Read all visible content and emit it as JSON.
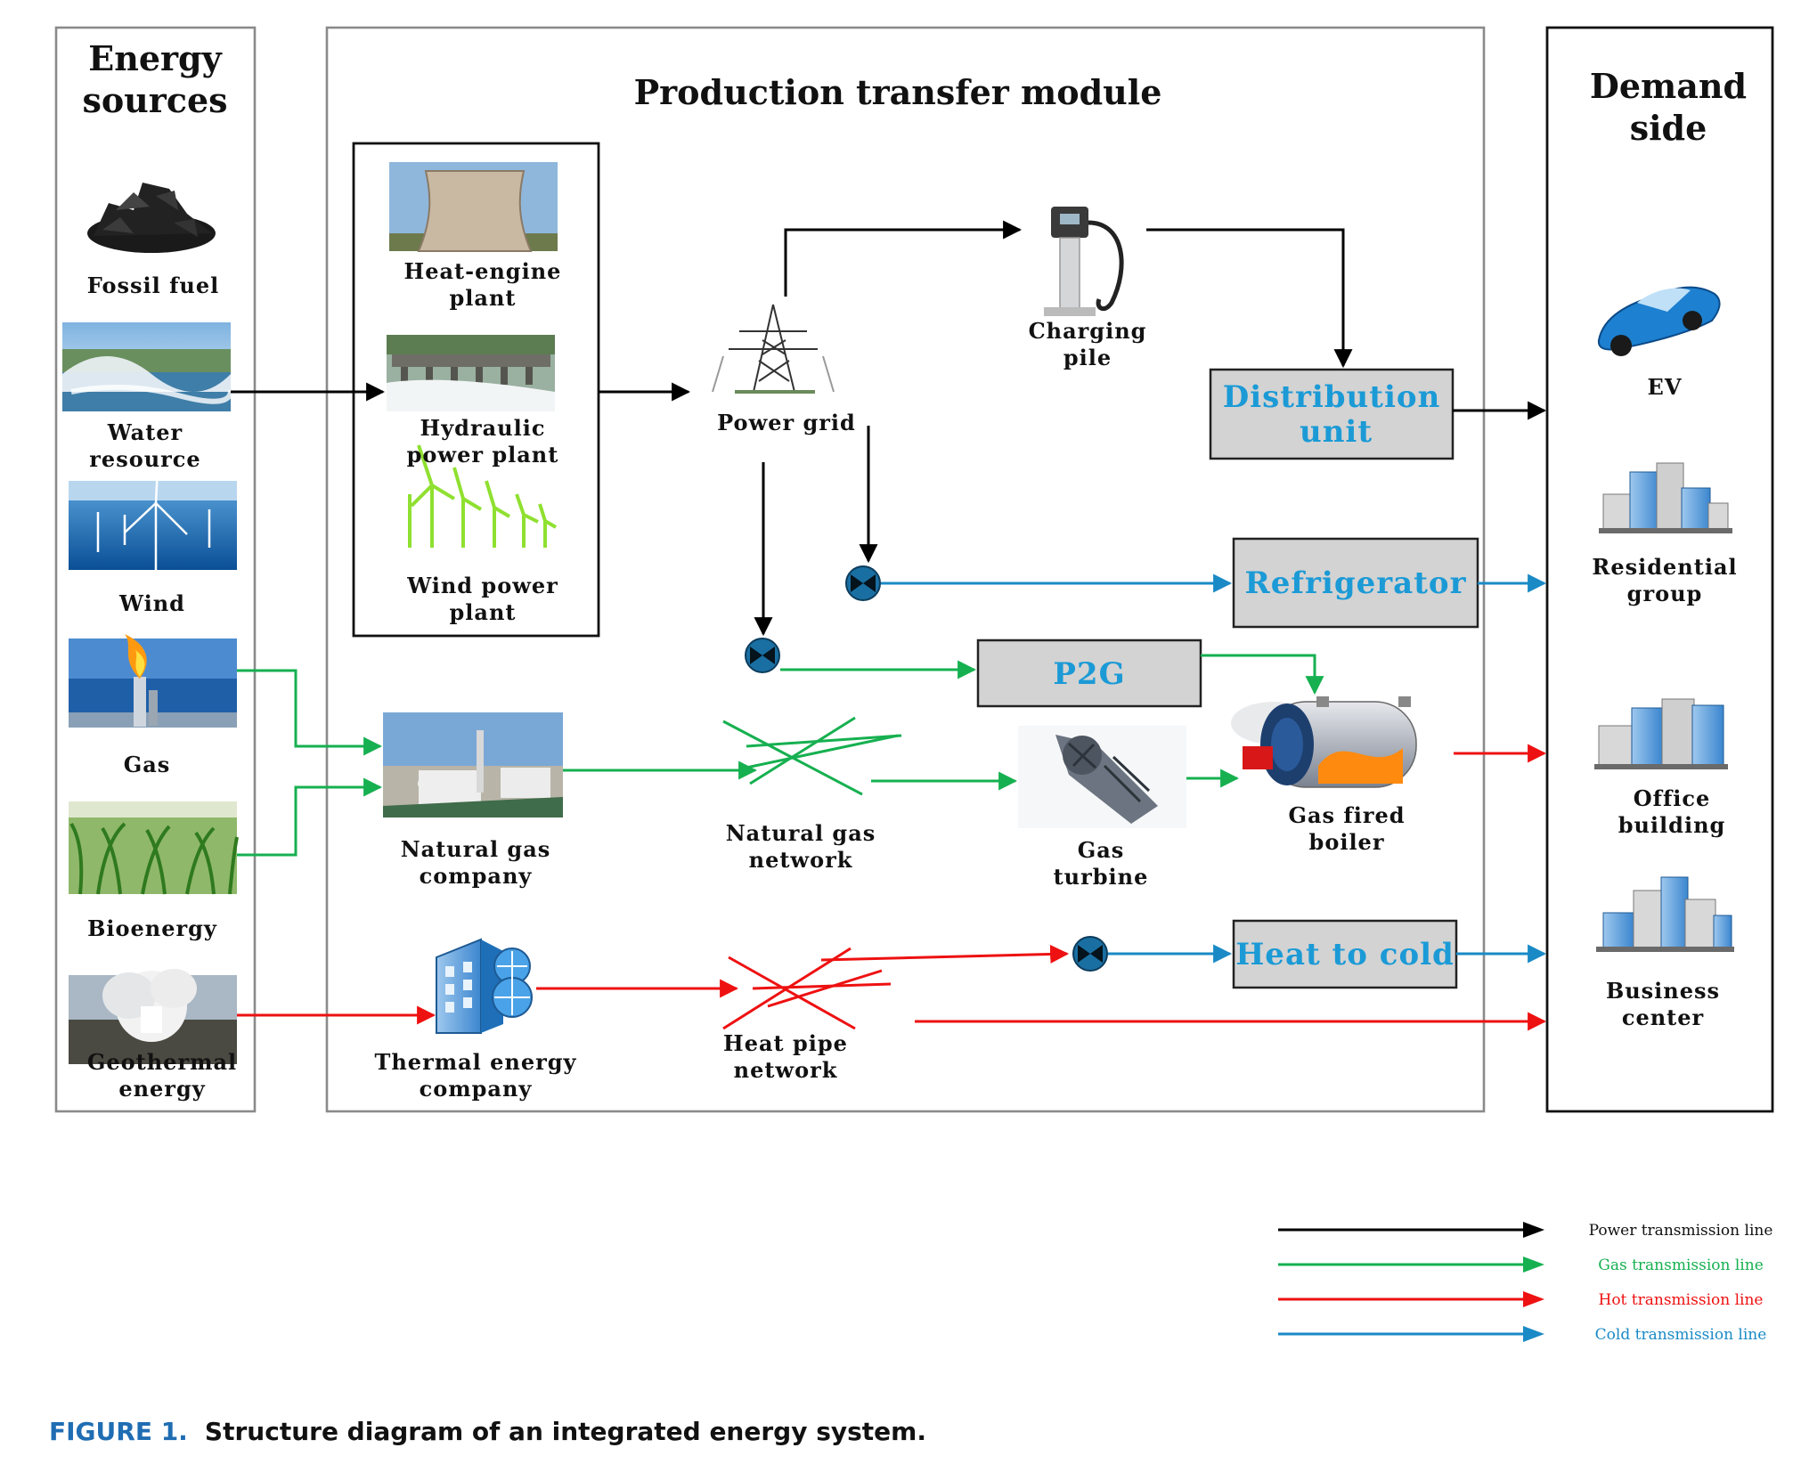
{
  "colors": {
    "power": "#000000",
    "gas": "#16b050",
    "heat": "#ee1111",
    "cold": "#1a8ac6",
    "box_label": "#1b9ad6",
    "caption_prefix": "#1f6db3"
  },
  "columns": {
    "energy_sources": [
      "Energy",
      "sources"
    ],
    "production": "Production transfer module",
    "demand": [
      "Demand",
      "side"
    ]
  },
  "sources": {
    "fossil": [
      "Fossil fuel"
    ],
    "water": [
      "Water",
      "resource"
    ],
    "wind": [
      "Wind"
    ],
    "gas": [
      "Gas"
    ],
    "bio": [
      "Bioenergy"
    ],
    "geo": [
      "Geothermal",
      "energy"
    ]
  },
  "plants": {
    "heat_engine": [
      "Heat-engine",
      "plant"
    ],
    "hydraulic": [
      "Hydraulic",
      "power plant"
    ],
    "wind_power": [
      "Wind power",
      "plant"
    ]
  },
  "nodes": {
    "power_grid": [
      "Power grid"
    ],
    "charging_pile": [
      "Charging",
      "pile"
    ],
    "distribution_unit": [
      "Distribution",
      "unit"
    ],
    "refrigerator": [
      "Refrigerator"
    ],
    "p2g": [
      "P2G"
    ],
    "gas_boiler": [
      "Gas fired",
      "boiler"
    ],
    "gas_turbine": [
      "Gas",
      "turbine"
    ],
    "ng_network": [
      "Natural gas",
      "network"
    ],
    "ng_company": [
      "Natural gas",
      "company"
    ],
    "thermal_company": [
      "Thermal energy",
      "company"
    ],
    "heat_pipe": [
      "Heat pipe",
      "network"
    ],
    "heat_to_cold": [
      "Heat to cold"
    ]
  },
  "demand": {
    "ev": [
      "EV"
    ],
    "residential": [
      "Residential",
      "group"
    ],
    "office": [
      "Office",
      "building"
    ],
    "business": [
      "Business",
      "center"
    ]
  },
  "legend": [
    {
      "label": "Power transmission line",
      "color": "#000000"
    },
    {
      "label": "Gas transmission line",
      "color": "#16b050"
    },
    {
      "label": "Hot  transmission line",
      "color": "#ee1111"
    },
    {
      "label": "Cold  transmission line",
      "color": "#1a8ac6"
    }
  ],
  "caption": {
    "prefix": "FIGURE 1.",
    "text": "Structure diagram of an integrated energy system."
  },
  "icons": {
    "fossil": "coal-pile-icon",
    "water": "waterfall-photo-icon",
    "wind": "offshore-wind-photo-icon",
    "gas": "gas-flare-photo-icon",
    "bio": "crop-field-photo-icon",
    "geo": "geyser-photo-icon",
    "heat_engine": "cooling-tower-icon",
    "hydraulic": "dam-icon",
    "wind_power": "wind-turbines-icon",
    "power_grid": "transmission-tower-icon",
    "charging_pile": "ev-charger-icon",
    "gas_turbine": "turbine-icon",
    "gas_boiler": "boiler-icon",
    "ng_company": "lng-terminal-icon",
    "thermal_company": "thermal-building-icon",
    "ev": "car-icon",
    "buildings": "city-buildings-icon",
    "converter": "converter-icon"
  }
}
